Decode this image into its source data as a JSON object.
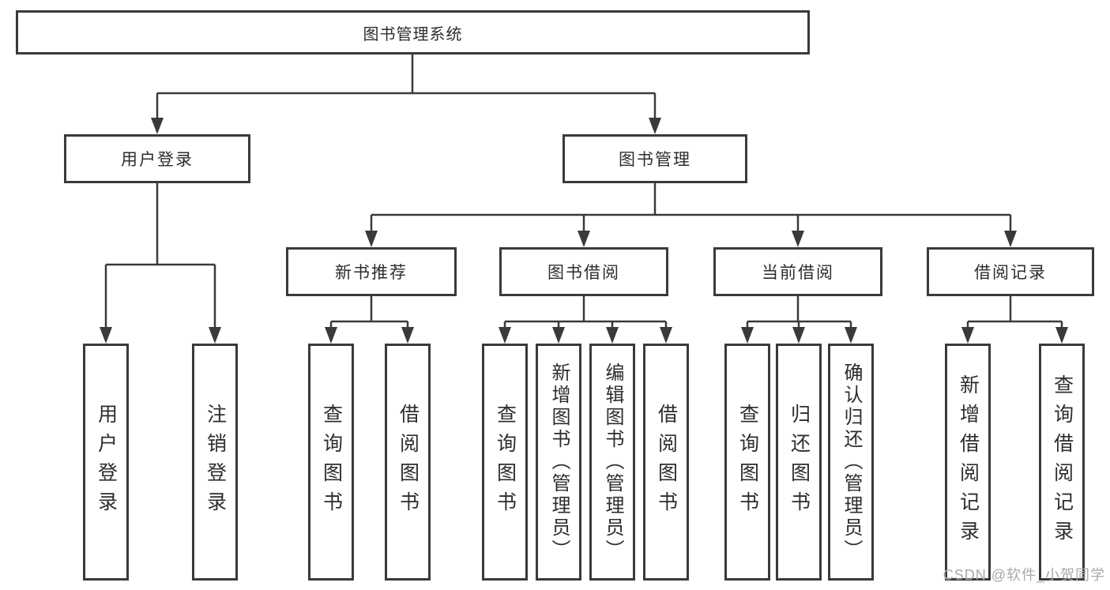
{
  "root": {
    "label": "图书管理系统"
  },
  "branches": {
    "user_login": {
      "label": "用户登录",
      "children": {
        "login": "用户登录",
        "logout": "注销登录"
      }
    },
    "book_management": {
      "label": "图书管理",
      "groups": {
        "new_books": {
          "label": "新书推荐",
          "children": {
            "search": "查询图书",
            "borrow": "借阅图书"
          }
        },
        "borrowing": {
          "label": "图书借阅",
          "children": {
            "search": "查询图书",
            "add": "新增图书（管理员）",
            "edit": "编辑图书（管理员）",
            "borrow": "借阅图书"
          }
        },
        "current": {
          "label": "当前借阅",
          "children": {
            "search": "查询图书",
            "return": "归还图书",
            "confirm": "确认归还（管理员）"
          }
        },
        "records": {
          "label": "借阅记录",
          "children": {
            "add": "新增借阅记录",
            "search": "查询借阅记录"
          }
        }
      }
    }
  },
  "watermark": {
    "text": "CSDN @软件_小贺同学"
  },
  "colors": {
    "line": "#3a3a3a",
    "text": "#2d2d2d",
    "watermark": "#a9a9a9",
    "background": "#ffffff"
  }
}
